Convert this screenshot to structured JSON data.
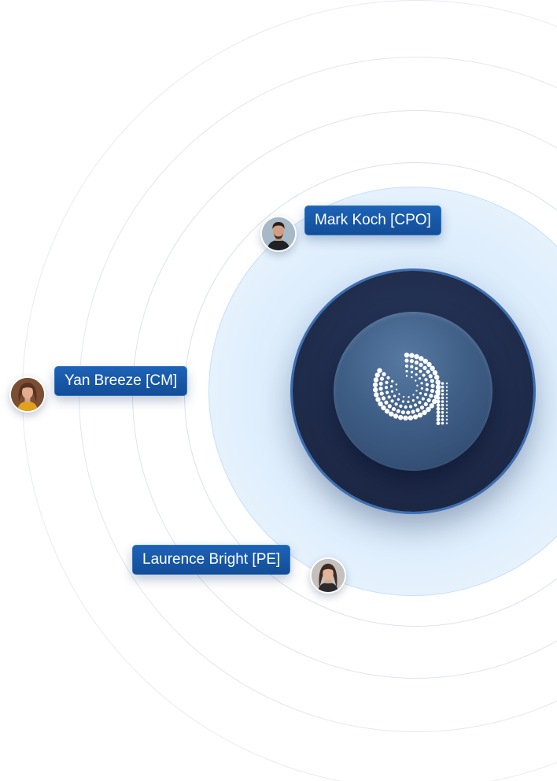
{
  "people": [
    {
      "name": "Mark Koch",
      "role": "CPO",
      "label": "Mark Koch [CPO]",
      "avatar_icon": "male-portrait-icon"
    },
    {
      "name": "Yan Breeze",
      "role": "CM",
      "label": "Yan Breeze [CM]",
      "avatar_icon": "female-portrait-icon"
    },
    {
      "name": "Laurence Bright",
      "role": "PE",
      "label": "Laurence Bright [PE]",
      "avatar_icon": "female-portrait-icon"
    }
  ],
  "hub": {
    "logo_icon": "dotted-a-logo-icon"
  },
  "colors": {
    "tag_background": "#1a5aa8",
    "hub_dark": "#1f2b4a",
    "hub_inner": "#3d5a80",
    "glow": "#d6eafb",
    "ring": "#dfe6ef"
  }
}
